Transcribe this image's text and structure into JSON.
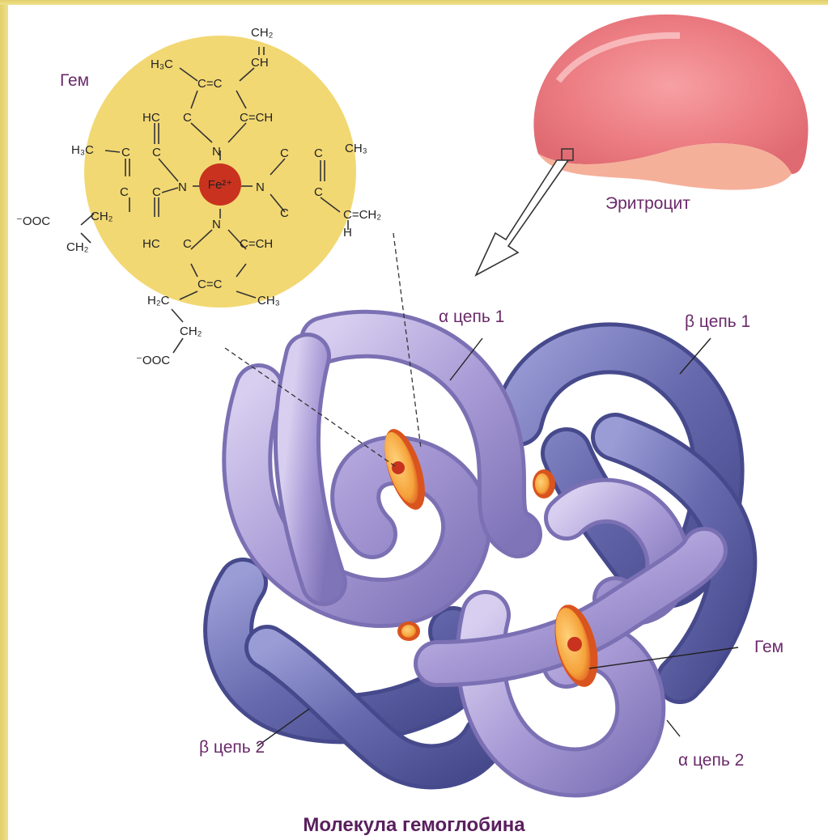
{
  "labels": {
    "heme_top": "Гем",
    "erythrocyte": "Эритроцит",
    "alpha1": "α цепь 1",
    "beta1": "β цепь 1",
    "beta2": "β цепь 2",
    "alpha2": "α цепь 2",
    "heme_bottom": "Гем"
  },
  "caption": "Молекула гемоглобина",
  "heme_formula": {
    "fe": "Fe²⁺",
    "groups": [
      "CH₂",
      "CH",
      "H₃C",
      "C=C",
      "HC",
      "C",
      "N",
      "C=CH",
      "CH₃",
      "N",
      "N",
      "C=CH₂",
      "H",
      "⁻OOC",
      "CH₂",
      "HC",
      "C",
      "C=C",
      "H₂C",
      "CH₂",
      "⁻OOC"
    ]
  },
  "colors": {
    "heme_disk": "#f2d873",
    "iron": "#c8321e",
    "chain_light": "#a89ad4",
    "chain_dark": "#5f62a6",
    "label": "#6a2a6a",
    "rbc": "#ef8a8e"
  }
}
